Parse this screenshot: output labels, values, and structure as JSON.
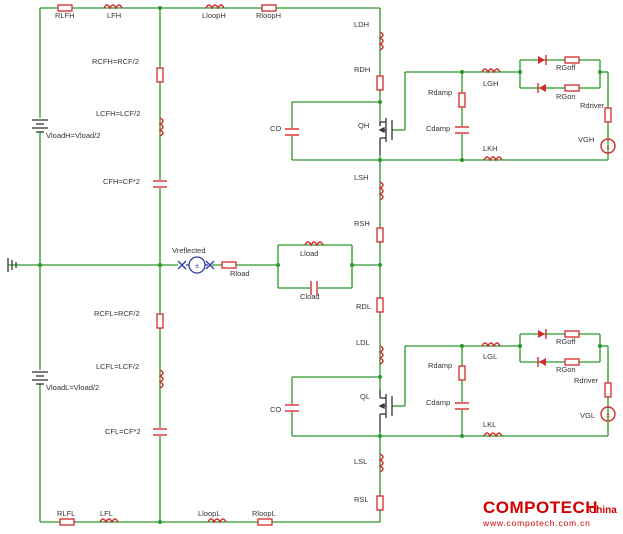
{
  "labels": {
    "RLFH": "RLFH",
    "LFH": "LFH",
    "LloopH": "LloopH",
    "RloopH": "RloopH",
    "LDH": "LDH",
    "RDH": "RDH",
    "RCFH": "RCFH=RCF/2",
    "LCFH": "LCFH=LCF/2",
    "CFH": "CFH=CF*2",
    "VloadH": "VloadH=Vload/2",
    "QH": "QH",
    "CO_H": "CO",
    "Rdamp_H": "Rdamp",
    "Cdamp_H": "Cdamp",
    "LGH": "LGH",
    "RGoff_H": "RGoff",
    "RGon_H": "RGon",
    "Rdriver_H": "Rdriver",
    "VGH": "VGH",
    "LKH": "LKH",
    "LSH": "LSH",
    "RSH": "RSH",
    "Vreflected": "Vreflected",
    "Rload": "Rload",
    "Lload": "Lload",
    "Cload": "Cload",
    "RDL": "RDL",
    "LDL": "LDL",
    "RCFL": "RCFL=RCF/2",
    "LCFL": "LCFL=LCF/2",
    "CFL": "CFL=CF*2",
    "VloadL": "VloadL=Vload/2",
    "QL": "QL",
    "CO_L": "CO",
    "Rdamp_L": "Rdamp",
    "Cdamp_L": "Cdamp",
    "LGL": "LGL",
    "RGoff_L": "RGoff",
    "RGon_L": "RGon",
    "Rdriver_L": "Rdriver",
    "VGL": "VGL",
    "LKL": "LKL",
    "LSL": "LSL",
    "RSL": "RSL",
    "RLFL": "RLFL",
    "LFL": "LFL",
    "LloopL": "LloopL",
    "RloopL": "RloopL"
  },
  "watermark": {
    "brand": "COMPOTECH",
    "region": "China",
    "url": "www.compotech.com.cn"
  },
  "colors": {
    "wire": "#2a9a2a",
    "component": "#d42a2a",
    "source": "#2a3aa0",
    "watermark": "#d40000"
  }
}
